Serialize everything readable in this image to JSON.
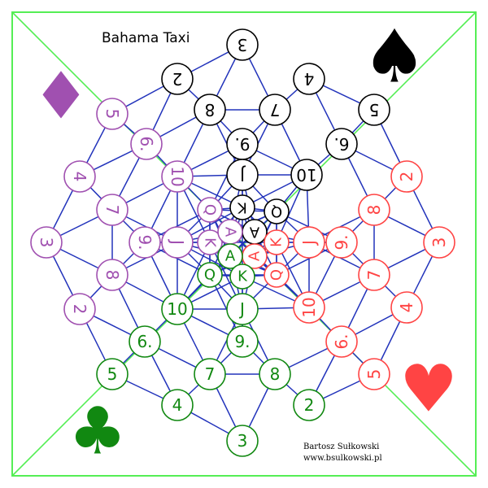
{
  "title": "Bahama Taxi",
  "credit": {
    "author": "Bartosz Sułkowski",
    "site": "www.bsulkowski.pl"
  },
  "colors": {
    "spades": "#000000",
    "hearts": "#ff4444",
    "clubs": "#118811",
    "diamonds": "#a050b0",
    "edges": "#2233bb",
    "frame": "#55ee55",
    "node_fill": "#ffffff"
  },
  "suit_icons": [
    {
      "name": "spade-icon",
      "suit": "spades",
      "glyph": "♠"
    },
    {
      "name": "diamond-icon",
      "suit": "diamonds",
      "glyph": "♦"
    },
    {
      "name": "heart-icon",
      "suit": "hearts",
      "glyph": "♥"
    },
    {
      "name": "club-icon",
      "suit": "clubs",
      "glyph": "♣"
    }
  ],
  "cards": {
    "spades": [
      "3",
      "2",
      "4",
      "8",
      "7",
      "5",
      "9.",
      "6.",
      "J",
      "10",
      "K",
      "Q",
      "A"
    ],
    "diamonds": [
      "5",
      "4",
      "6.",
      "10",
      "7",
      "3",
      "Q",
      "9.",
      "J",
      "8",
      "K",
      "2",
      "A"
    ],
    "hearts": [
      "2",
      "8",
      "3",
      "9.",
      "J",
      "K",
      "A",
      "7",
      "Q",
      "10",
      "4",
      "6.",
      "5"
    ],
    "clubs": [
      "A",
      "Q",
      "K",
      "10",
      "J",
      "6.",
      "9.",
      "5",
      "7",
      "8",
      "4",
      "2",
      "3"
    ]
  }
}
